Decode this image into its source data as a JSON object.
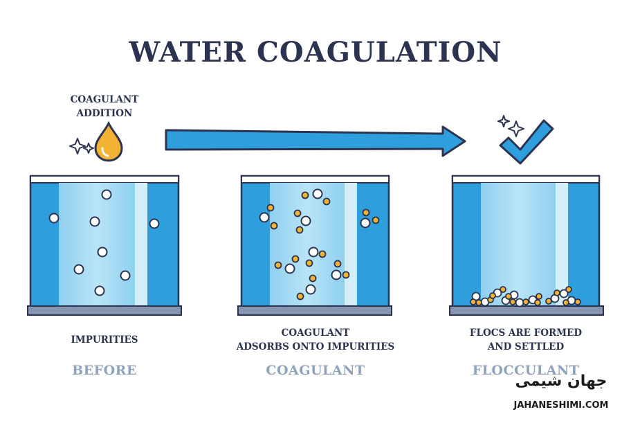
{
  "title": "WATER COAGULATION",
  "coagulant_addition": [
    "COAGULANT",
    "ADDITION"
  ],
  "captions": {
    "before": [
      "IMPURITIES"
    ],
    "coagulant": [
      "COAGULANT",
      "ADSORBS ONTO IMPURITIES"
    ],
    "flocculant": [
      "FLOCS ARE FORMED",
      "AND SETTLED"
    ]
  },
  "labels": {
    "before": "BEFORE",
    "coagulant": "COAGULANT",
    "flocculant": "FLOCCULANT"
  },
  "watermark": {
    "farsi": "جهان شیمی",
    "english": "JAHANESHIMI.COM"
  },
  "colors": {
    "dark_text": "#2b3350",
    "water_blue": "#2e9fdc",
    "water_light": "#a9dcf3",
    "arrow_blue": "#2e9fdc",
    "droplet_orange": "#f2b233",
    "particle_orange": "#f2b233",
    "faded_label": "#8fa3bd"
  },
  "icons": [
    "coagulant-droplet-icon",
    "sparkle-icon",
    "arrow-right-icon",
    "checkmark-icon"
  ]
}
